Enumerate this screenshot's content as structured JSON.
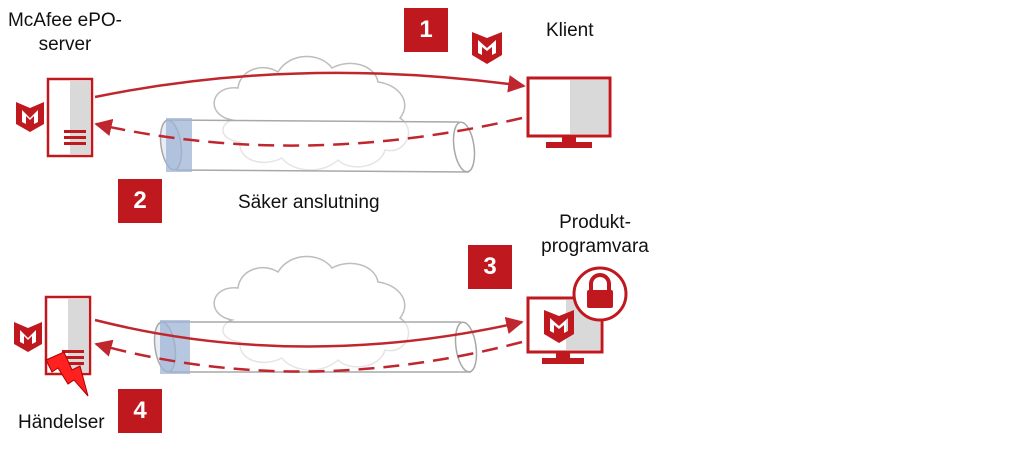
{
  "labels": {
    "server_line1": "McAfee ePO-",
    "server_line2": "server",
    "client": "Klient",
    "secure_connection": "Säker anslutning",
    "product_line1": "Produkt-",
    "product_line2": "programvara",
    "events": "Händelser"
  },
  "steps": [
    "1",
    "2",
    "3",
    "4"
  ],
  "colors": {
    "accent_red": "#c0181f",
    "arrow_red": "#c0262d",
    "tunnel_gray": "#a8a8a8",
    "tunnel_blue": "#9fb4d6",
    "cloud_gray": "#bdbdbd",
    "bolt_red": "#ff2020"
  },
  "icons": [
    "mcafee-shield-icon",
    "server-icon",
    "monitor-icon",
    "lock-icon",
    "lightning-icon",
    "cloud-icon"
  ]
}
